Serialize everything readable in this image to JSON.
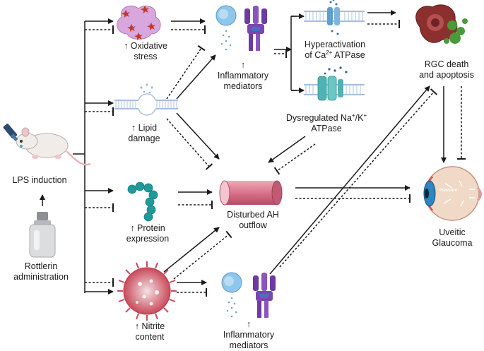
{
  "nodes": {
    "lps": [
      "LPS induction"
    ],
    "rottlerin": [
      "Rottlerin",
      "administration"
    ],
    "oxidative": [
      "↑ Oxidative",
      "stress"
    ],
    "lipid": [
      "↑ Lipid",
      "damage"
    ],
    "protein": [
      "↑ Protein",
      "expression"
    ],
    "nitrite": [
      "↑ Nitrite",
      "content"
    ],
    "inflam_top": [
      "↑",
      "Inflammatory",
      "mediators"
    ],
    "inflam_bottom": [
      "↑",
      "Inflammatory",
      "mediators"
    ],
    "ca_line1": "Hyperactivation",
    "ca_line2_pre": "of  Ca",
    "ca_line2_sup": "2+",
    "ca_line2_post": " ATPase",
    "na_pre": "Dysregulated Na",
    "na_sup1": "+",
    "na_mid": "/K",
    "na_sup2": "+",
    "na_line2": "ATPase",
    "ah": [
      "Disturbed AH",
      "outflow"
    ],
    "rgc": [
      "RGC death",
      "and apoptosis"
    ],
    "glaucoma": [
      "Uveitic",
      "Glaucoma"
    ],
    "eye_label": "Pressure"
  },
  "colors": {
    "ros_blob": "#cf9ad6",
    "ros_star": "#c0392b",
    "membrane": "#8fb3d9",
    "cell": "#8fc7ec",
    "receptor": "#6c3aa0",
    "protein": "#1f9a9a",
    "nitrite": "#c94a5a",
    "ah_tube": "#d9738a",
    "rgc": "#8c2f2f",
    "rgc_green": "#4a9a3a",
    "atpase": "#4fb3b3"
  }
}
